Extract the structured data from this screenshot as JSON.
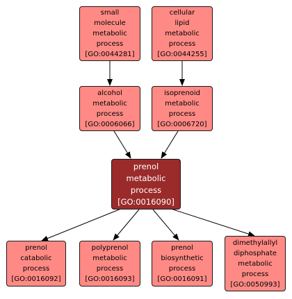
{
  "colors": {
    "node_fill": "#ff8a85",
    "focus_fill": "#9b2b2b",
    "border": "#1a1a1a",
    "edge": "#000000"
  },
  "nodes": {
    "small_molecule": {
      "lines": [
        "small",
        "molecule",
        "metabolic",
        "process",
        "[GO:0044281]"
      ]
    },
    "cellular_lipid": {
      "lines": [
        "cellular",
        "lipid",
        "metabolic",
        "process",
        "[GO:0044255]"
      ]
    },
    "alcohol": {
      "lines": [
        "alcohol",
        "metabolic",
        "process",
        "[GO:0006066]"
      ]
    },
    "isoprenoid": {
      "lines": [
        "isoprenoid",
        "metabolic",
        "process",
        "[GO:0006720]"
      ]
    },
    "prenol": {
      "lines": [
        "prenol",
        "metabolic",
        "process",
        "[GO:0016090]"
      ]
    },
    "prenol_catabolic": {
      "lines": [
        "prenol",
        "catabolic",
        "process",
        "[GO:0016092]"
      ]
    },
    "polyprenol": {
      "lines": [
        "polyprenol",
        "metabolic",
        "process",
        "[GO:0016093]"
      ]
    },
    "prenol_biosynthetic": {
      "lines": [
        "prenol",
        "biosynthetic",
        "process",
        "[GO:0016091]"
      ]
    },
    "dimethylallyl": {
      "lines": [
        "dimethylallyl",
        "diphosphate",
        "metabolic",
        "process",
        "[GO:0050993]"
      ]
    }
  }
}
